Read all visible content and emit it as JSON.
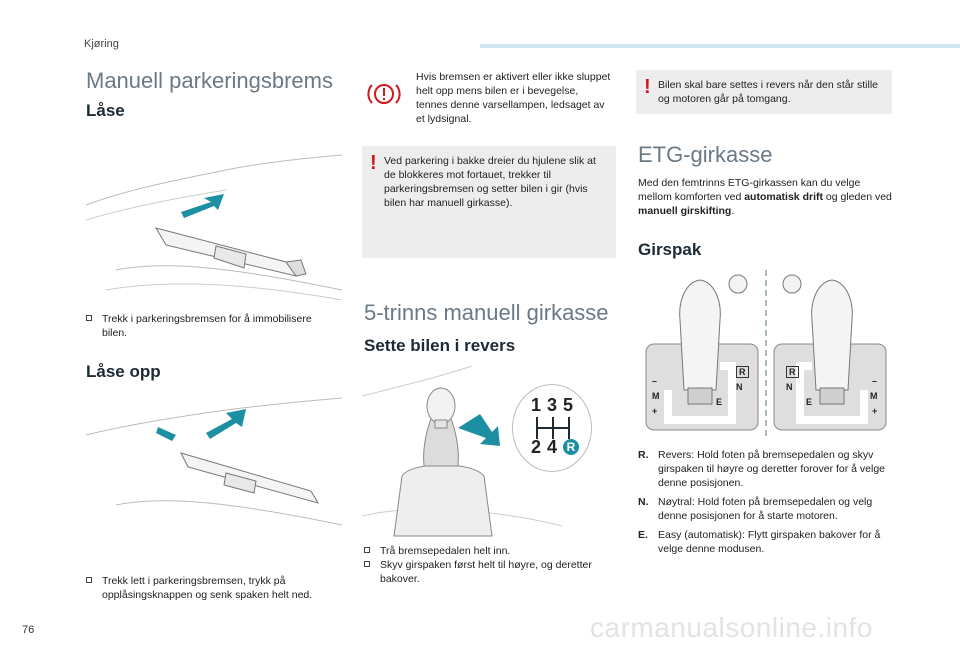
{
  "header": {
    "section": "Kjøring",
    "page_number": "76"
  },
  "watermark": "carmanualsonline.info",
  "col1": {
    "title": "Manuell parkeringsbrems",
    "lock": {
      "heading": "Låse",
      "instruction": "Trekk i parkeringsbremsen for å immobilisere bilen."
    },
    "unlock": {
      "heading": "Låse opp",
      "instruction": "Trekk lett i parkeringsbremsen, trykk på opplåsingsknappen og senk spaken helt ned."
    }
  },
  "col2": {
    "warning_lamp_text": "Hvis bremsen er aktivert eller ikke sluppet helt opp mens bilen er i bevegelse, tennes denne varsellampen, ledsaget av et lydsignal.",
    "slope_warning": "Ved parkering i bakke dreier du hjulene slik at de blokkeres mot fortauet, trekker til parkeringsbremsen og setter bilen i gir (hvis bilen har manuell girkasse).",
    "title": "5-trinns manuell girkasse",
    "reverse_heading": "Sette bilen i revers",
    "gear_labels": {
      "g1": "1",
      "g3": "3",
      "g5": "5",
      "g2": "2",
      "g4": "4",
      "gr": "R"
    },
    "steps": [
      "Trå bremsepedalen helt inn.",
      "Skyv girspaken først helt til høyre, og deretter bakover."
    ]
  },
  "col3": {
    "reverse_warning": "Bilen skal bare settes i revers når den står stille og motoren går på tomgang.",
    "title": "ETG-girkasse",
    "intro_pre": "Med den femtrinns ETG-girkassen kan du velge mellom komforten ved ",
    "intro_bold1": "automatisk drift",
    "intro_mid": " og gleden ved ",
    "intro_bold2": "manuell girskifting",
    "intro_post": ".",
    "lever_heading": "Girspak",
    "gate_labels": {
      "r": "R",
      "n": "N",
      "e": "E",
      "m": "M",
      "minus": "–",
      "plus": "+"
    },
    "positions": [
      {
        "key": "R.",
        "text": "Revers: Hold foten på bremsepedalen og skyv girspaken til høyre og deretter forover for å velge denne posisjonen."
      },
      {
        "key": "N.",
        "text": "Nøytral: Hold foten på bremsepedalen og velg denne posisjonen for å starte motoren."
      },
      {
        "key": "E.",
        "text": "Easy (automatisk): Flytt girspaken bakover for å velge denne modusen."
      }
    ]
  },
  "colors": {
    "accent_red": "#d0191f",
    "heading_grey": "#6b7984",
    "bar_blue": "#cfe6f3",
    "arrow_teal": "#1c8fa3"
  }
}
